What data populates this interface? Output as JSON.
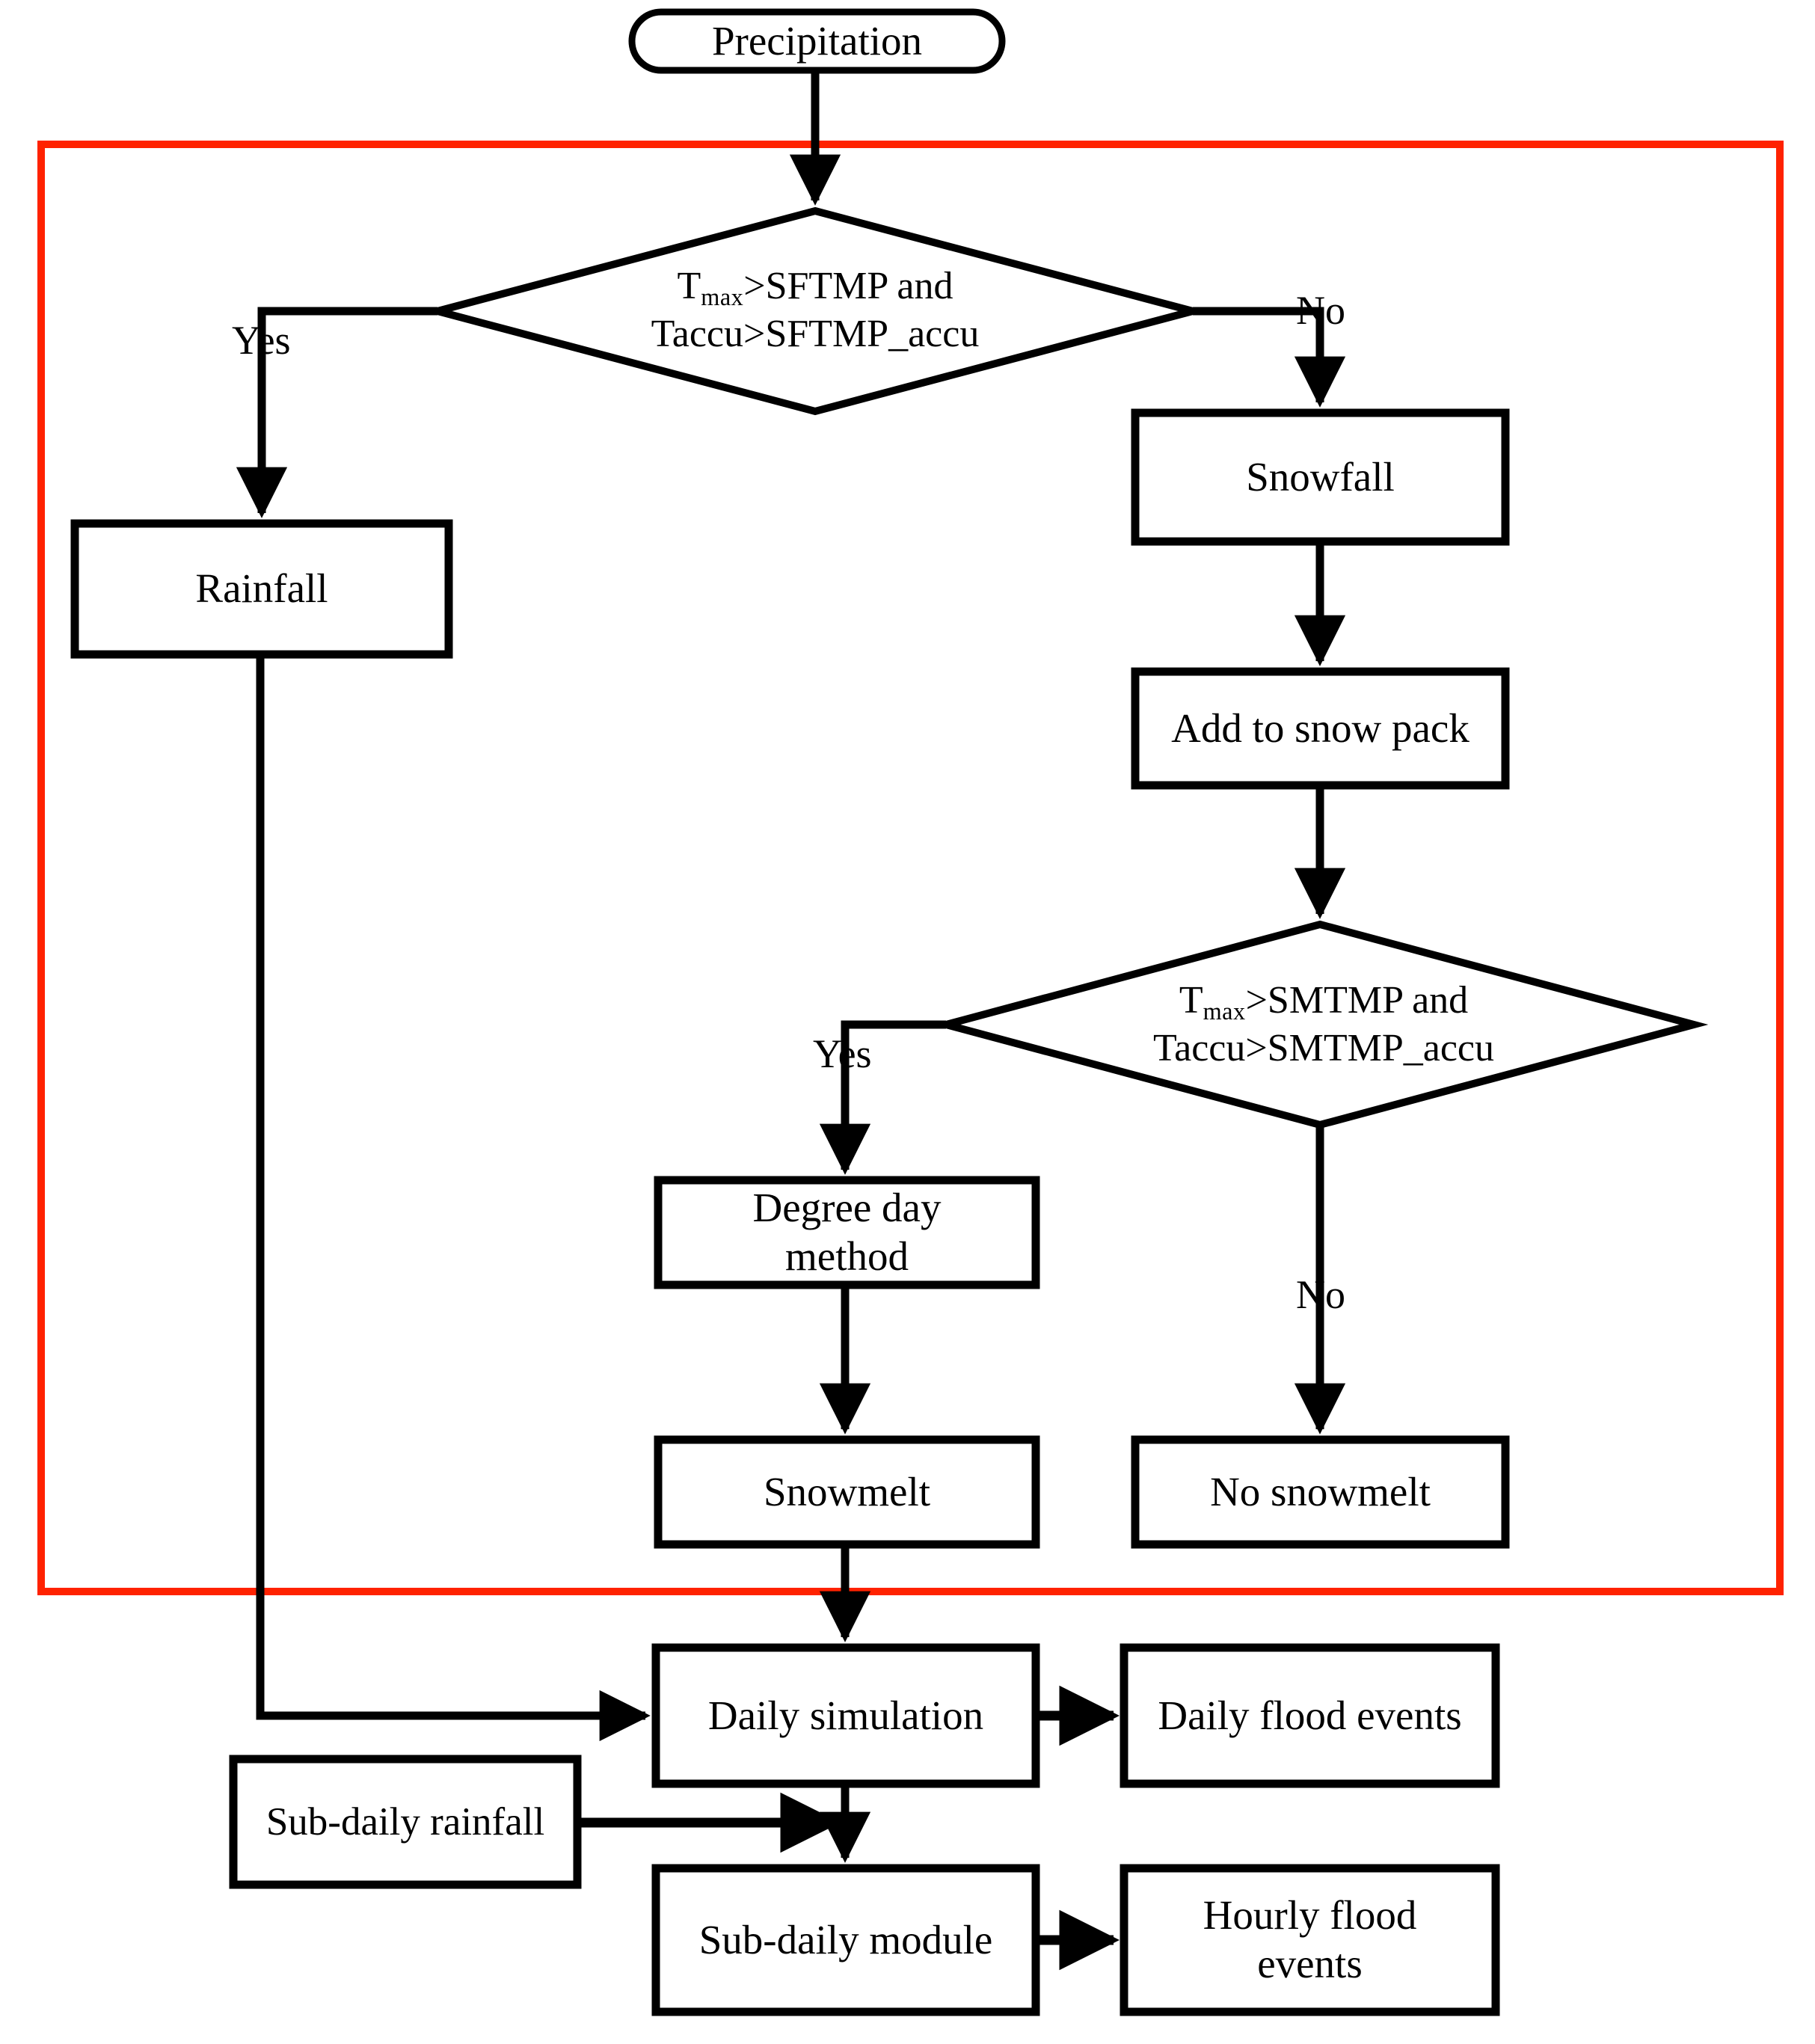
{
  "diagram": {
    "title_node": "Precipitation",
    "highlight_color": "#FF2200",
    "line_color": "#000000",
    "background": "#FFFFFF",
    "nodes": [
      {
        "id": "precipitation",
        "label": "Precipitation",
        "shape": "rounded"
      },
      {
        "id": "decision_snowfall",
        "label_line1_prefix": "T",
        "label_line1_sub": "max",
        "label_line1_suffix": ">SFTMP and",
        "label_line2": "Taccu>SFTMP_accu",
        "shape": "diamond"
      },
      {
        "id": "rainfall",
        "label": "Rainfall",
        "shape": "rect"
      },
      {
        "id": "snowfall",
        "label": "Snowfall",
        "shape": "rect"
      },
      {
        "id": "add_to_snow_pack",
        "label": "Add to snow pack",
        "shape": "rect"
      },
      {
        "id": "decision_snowmelt",
        "label_line1_prefix": "T",
        "label_line1_sub": "max",
        "label_line1_suffix": ">SMTMP and",
        "label_line2": "Taccu>SMTMP_accu",
        "shape": "diamond"
      },
      {
        "id": "degree_day_method",
        "label": "Degree day\nmethod",
        "shape": "rect"
      },
      {
        "id": "snowmelt",
        "label": "Snowmelt",
        "shape": "rect"
      },
      {
        "id": "no_snowmelt",
        "label": "No snowmelt",
        "shape": "rect"
      },
      {
        "id": "daily_simulation",
        "label": "Daily simulation",
        "shape": "rect"
      },
      {
        "id": "daily_flood_events",
        "label": "Daily flood events",
        "shape": "rect"
      },
      {
        "id": "sub_daily_rainfall",
        "label": "Sub-daily rainfall",
        "shape": "rect"
      },
      {
        "id": "sub_daily_module",
        "label": "Sub-daily module",
        "shape": "rect"
      },
      {
        "id": "hourly_flood_events",
        "label": "Hourly flood\nevents",
        "shape": "rect"
      }
    ],
    "edge_labels": {
      "snowfall_yes": "Yes",
      "snowfall_no": "No",
      "snowmelt_yes": "Yes",
      "snowmelt_no": "No"
    }
  }
}
